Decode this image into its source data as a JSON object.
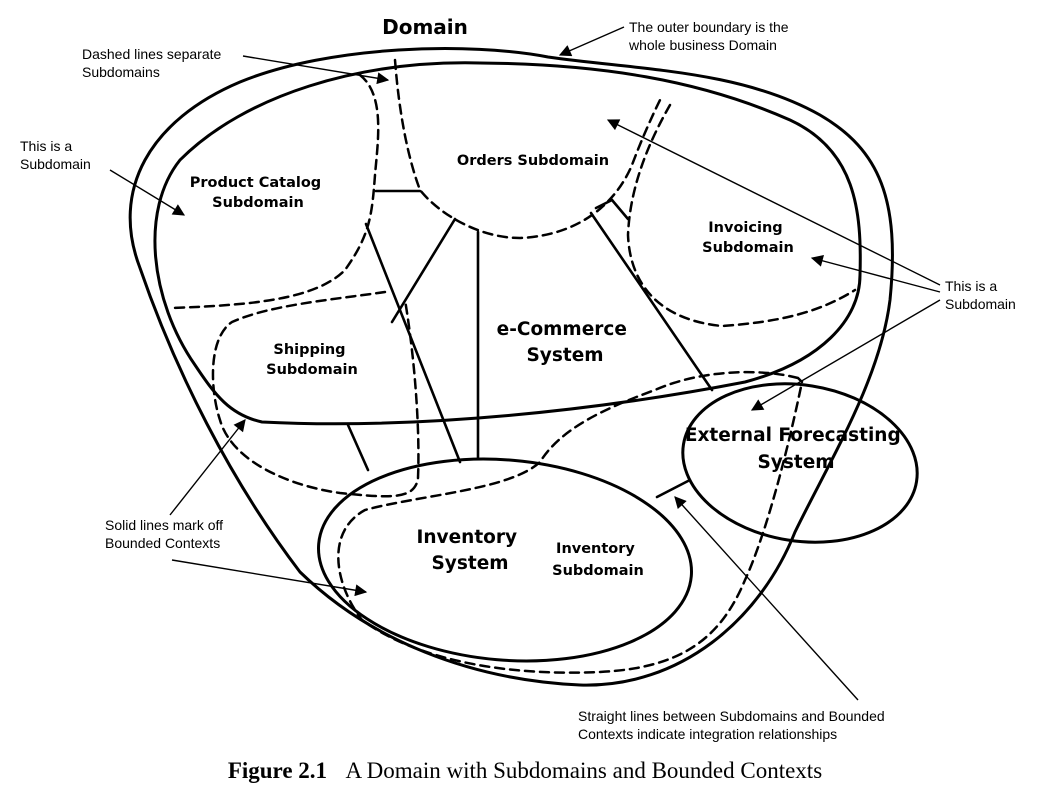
{
  "labels": {
    "domain": "Domain",
    "product_catalog": [
      "Product Catalog",
      "Subdomain"
    ],
    "orders": "Orders Subdomain",
    "invoicing": [
      "Invoicing",
      "Subdomain"
    ],
    "shipping": [
      "Shipping",
      "Subdomain"
    ],
    "ecommerce": [
      "e-Commerce",
      "System"
    ],
    "inventory_system": [
      "Inventory",
      "System"
    ],
    "inventory_subdomain": [
      "Inventory",
      "Subdomain"
    ],
    "forecasting": [
      "External Forecasting",
      "System"
    ]
  },
  "annotations": {
    "outer_boundary": [
      "The outer boundary is the",
      "whole business Domain"
    ],
    "dashed": [
      "Dashed lines separate",
      "Subdomains"
    ],
    "subdomain_left": [
      "This is a",
      "Subdomain"
    ],
    "subdomain_right": [
      "This is a",
      "Subdomain"
    ],
    "solid": [
      "Solid lines mark off",
      "Bounded Contexts"
    ],
    "straight": [
      "Straight lines between Subdomains and Bounded",
      "Contexts indicate integration relationships"
    ]
  },
  "caption": {
    "number": "Figure 2.1",
    "text": "A Domain with Subdomains and Bounded Contexts"
  }
}
